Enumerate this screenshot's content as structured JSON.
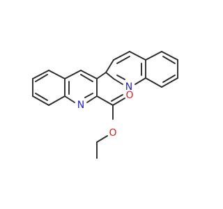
{
  "molecule": {
    "atoms": [
      {
        "symbol": "N",
        "color": "#1f1fcc"
      },
      {
        "symbol": "N",
        "color": "#1f1fcc"
      },
      {
        "symbol": "O",
        "color": "#e02020"
      },
      {
        "symbol": "O",
        "color": "#e02020"
      }
    ],
    "bond_color": "#2b2b2b"
  }
}
